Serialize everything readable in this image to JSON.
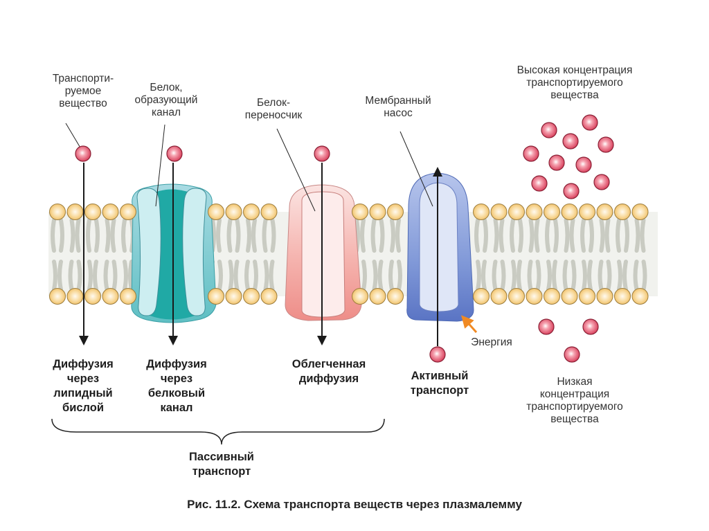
{
  "diagram": {
    "caption": "Рис. 11.2. Схема транспорта веществ через плазмалемму",
    "labels": {
      "substance": "Транспорти-\nруемое\nвещество",
      "channel_protein": "Белок,\nобразующий\nканал",
      "carrier_protein": "Белок-\nпереносчик",
      "pump": "Мембранный\nнасос",
      "high_conc": "Высокая концентрация\nтранспортируемого\nвещества",
      "low_conc": "Низкая\nконцентрация\nтранспортируемого\nвещества",
      "energy": "Энергия"
    },
    "processes": {
      "lipid_diffusion": "Диффузия\nчерез\nлипидный\nбислой",
      "channel_diffusion": "Диффузия\nчерез\nбелковый\nканал",
      "facilitated": "Облегченная\nдиффузия",
      "active": "Активный\nтранспорт",
      "passive_group": "Пассивный\nтранспорт"
    },
    "colors": {
      "molecule": "#e0506a",
      "lipid_head": "#f6cf86",
      "channel": "#2bb3ad",
      "carrier": "#f3a8a6",
      "pump": "#6f86cc",
      "energy_arrow": "#f08a24"
    }
  }
}
